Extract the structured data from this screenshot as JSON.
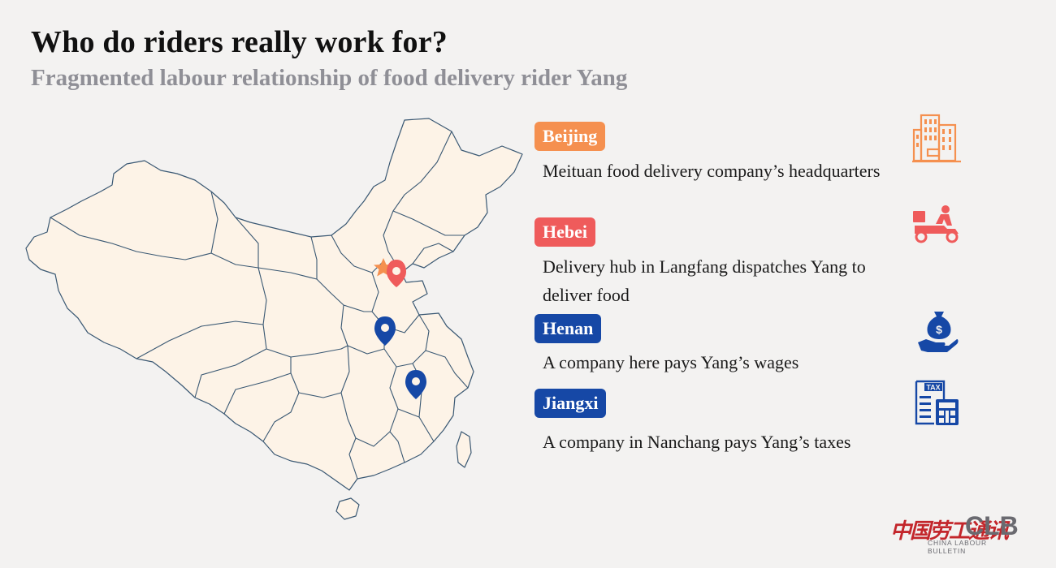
{
  "title": "Who do riders really work for?",
  "subtitle": "Fragmented labour relationship of food delivery rider Yang",
  "entries": [
    {
      "region": "Beijing",
      "description": "Meituan food delivery company’s headquarters",
      "color": "#f5904f",
      "icon": "office-building-icon"
    },
    {
      "region": "Hebei",
      "description": "Delivery hub in Langfang dispatches Yang to deliver food",
      "color": "#ef5b5b",
      "icon": "delivery-scooter-icon"
    },
    {
      "region": "Henan",
      "description": "A company here pays Yang’s wages",
      "color": "#1648a6",
      "icon": "money-bag-hand-icon"
    },
    {
      "region": "Jiangxi",
      "description": "A company in Nanchang pays Yang’s taxes",
      "color": "#1648a6",
      "icon": "tax-calculator-icon"
    }
  ],
  "map": {
    "fill": "#fdf3e7",
    "border": "#3a5873",
    "markers": [
      {
        "region": "Beijing",
        "type": "star",
        "color": "#f5904f"
      },
      {
        "region": "Hebei",
        "type": "pin",
        "color": "#ef5b5b"
      },
      {
        "region": "Henan",
        "type": "pin",
        "color": "#1648a6"
      },
      {
        "region": "Jiangxi",
        "type": "pin",
        "color": "#1648a6"
      }
    ]
  },
  "logo": {
    "chinese": "中国劳工通讯",
    "acronym": "CLB",
    "name": "CHINA LABOUR BULLETIN"
  }
}
